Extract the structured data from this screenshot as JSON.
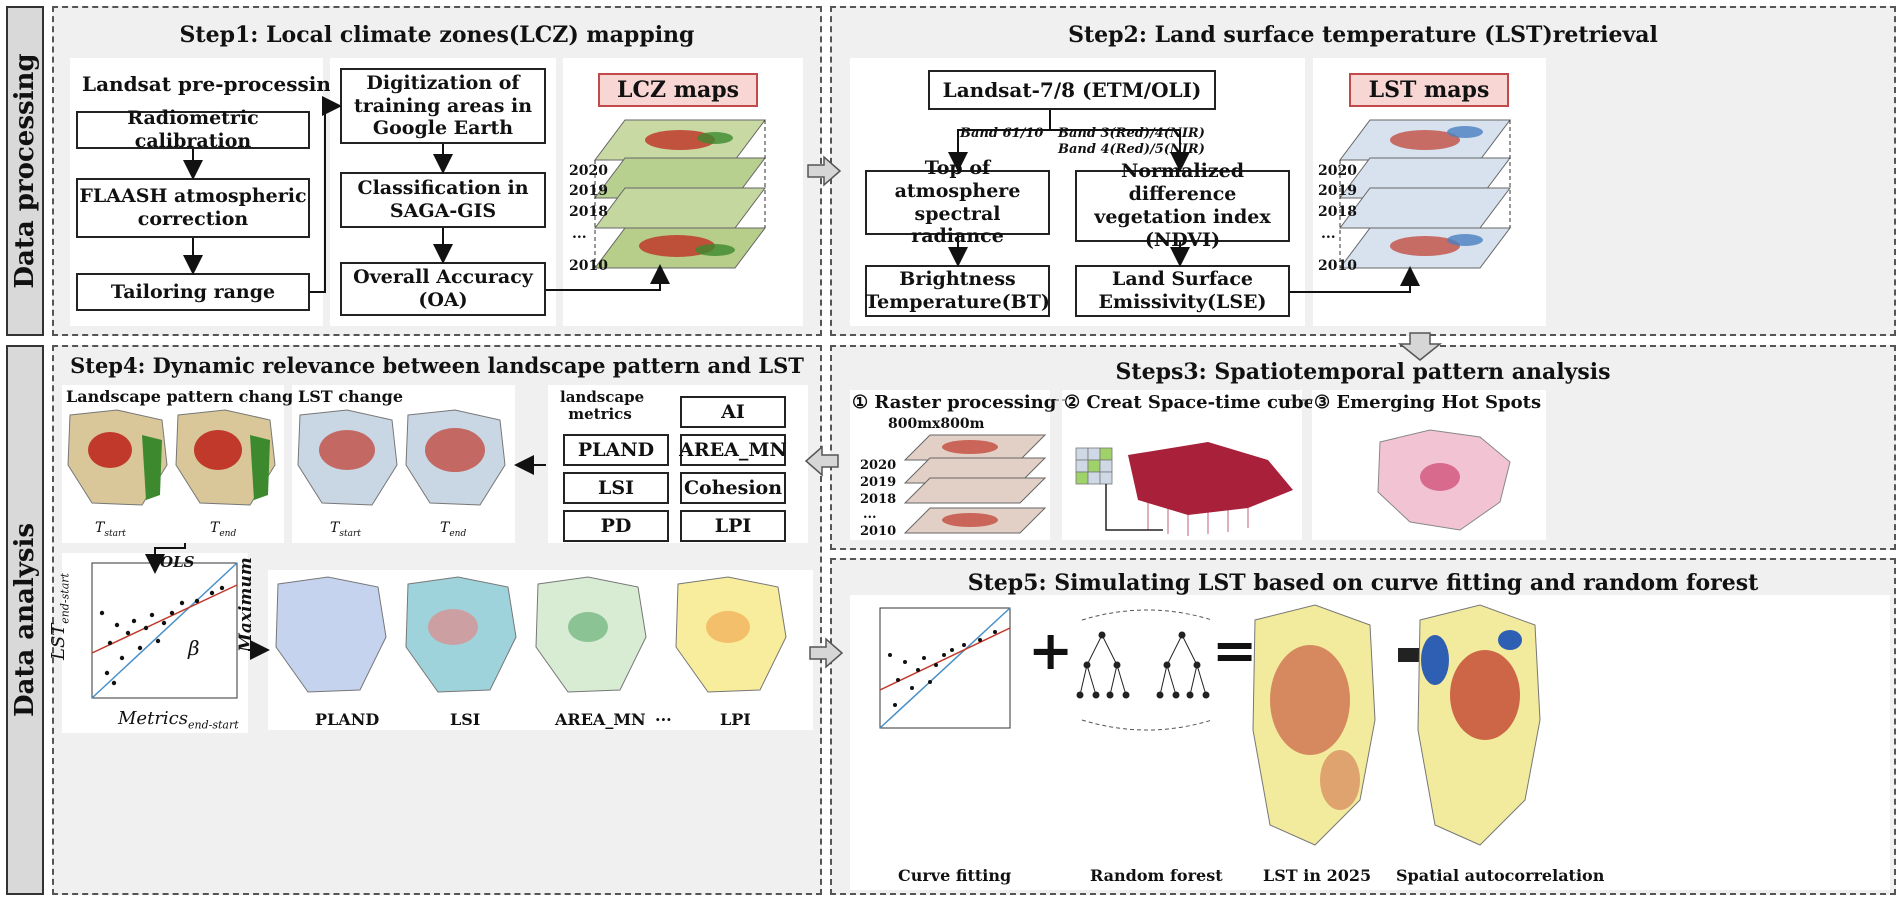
{
  "sections": {
    "processing": "Data processing",
    "analysis": "Data analysis"
  },
  "step1": {
    "title": "Step1: Local climate zones(LCZ) mapping",
    "pre_title": "Landsat pre-processing",
    "radiometric": "Radiometric calibration",
    "flaash": "FLAASH atmospheric correction",
    "tailoring": "Tailoring range",
    "digitization": "Digitization of training areas in Google Earth",
    "classification": "Classification in SAGA-GIS",
    "accuracy": "Overall Accuracy (OA)",
    "lcz_maps": "LCZ maps",
    "years": [
      "2020",
      "2019",
      "2018",
      "...",
      "2010"
    ]
  },
  "step2": {
    "title": "Step2: Land surface temperature (LST)retrieval",
    "landsat": "Landsat-7/8 (ETM/OLI)",
    "band_left": "Band 61/10",
    "band_right1": "Band 3(Red)/4(NIR)",
    "band_right2": "Band 4(Red)/5(NIR)",
    "toa": "Top of atmosphere spectral radiance",
    "ndvi": "Normalized difference vegetation index (NDVI)",
    "bt": "Brightness Temperature(BT)",
    "lse": "Land Surface Emissivity(LSE)",
    "lst_maps": "LST maps",
    "years": [
      "2020",
      "2019",
      "2018",
      "...",
      "2010"
    ]
  },
  "step3": {
    "title": "Steps3: Spatiotemporal pattern analysis",
    "raster": "① Raster processing",
    "raster_size": "800mx800m",
    "cube": "② Creat Space-time cube",
    "hotspots": "③ Emerging Hot Spots",
    "years": [
      "2020",
      "2019",
      "2018",
      "...",
      "2010"
    ]
  },
  "step4": {
    "title": "Step4: Dynamic relevance between landscape pattern and LST",
    "lp_change": "Landscape pattern change",
    "lst_change": "LST change",
    "t_start": "T",
    "t_start_sub": "start",
    "t_end": "T",
    "t_end_sub": "end",
    "metrics_title": "landscape metrics",
    "metrics": [
      "AI",
      "PLAND",
      "AREA_MN",
      "LSI",
      "Cohesion",
      "PD",
      "LPI"
    ],
    "ols": "OLS",
    "maximum": "Maximum",
    "beta": "β",
    "y_axis": "LST",
    "y_axis_sub": "end-start",
    "x_axis": "Metrics",
    "x_axis_sub": "end-start",
    "map_labels": [
      "PLAND",
      "LSI",
      "AREA_MN",
      "...",
      "LPI"
    ]
  },
  "step5": {
    "title": "Step5: Simulating LST based on curve fitting and random forest",
    "curve": "Curve fitting",
    "forest": "Random forest",
    "lst2025": "LST in 2025",
    "spatial": "Spatial autocorrelation",
    "plus": "+",
    "equals": "="
  },
  "colors": {
    "panel_bg": "#f0f0f0",
    "side_bg": "#d9d9d9",
    "pink": "#f7d6d3",
    "green": "#3d8a2e",
    "red": "#c0392b",
    "blue": "#4a7fc1",
    "yellow": "#f2ea9c"
  }
}
